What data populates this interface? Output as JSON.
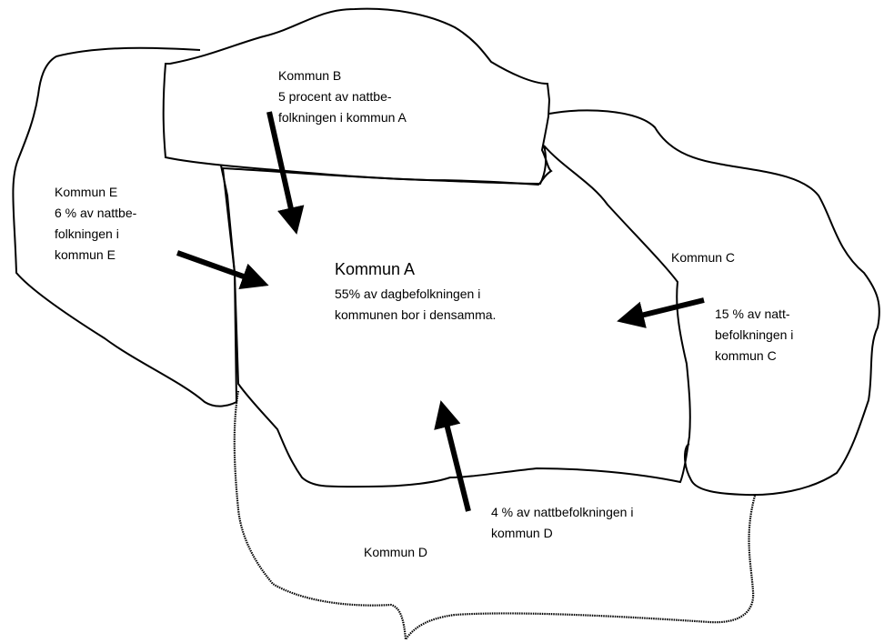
{
  "diagram": {
    "regions": [
      {
        "id": "A",
        "lines": [
          "Kommun A",
          "55% av dagbefolkningen i",
          "kommunen bor i densamma."
        ]
      },
      {
        "id": "B",
        "lines": [
          "Kommun B",
          "5 procent av nattbe-",
          "folkningen i kommun A"
        ]
      },
      {
        "id": "C",
        "title": "Kommun C",
        "note_lines": [
          "15 % av natt-",
          "befolkningen i",
          "kommun C"
        ]
      },
      {
        "id": "D",
        "title": "Kommun D",
        "note_lines": [
          "4 % av nattbefolkningen i",
          "kommun D"
        ]
      },
      {
        "id": "E",
        "lines": [
          "Kommun E",
          "6 % av nattbe-",
          "folkningen i",
          "kommun E"
        ]
      }
    ],
    "arrows": [
      "from-B",
      "from-C",
      "from-D",
      "from-E"
    ],
    "colors": {
      "outline": "#000000",
      "background": "#ffffff"
    }
  }
}
